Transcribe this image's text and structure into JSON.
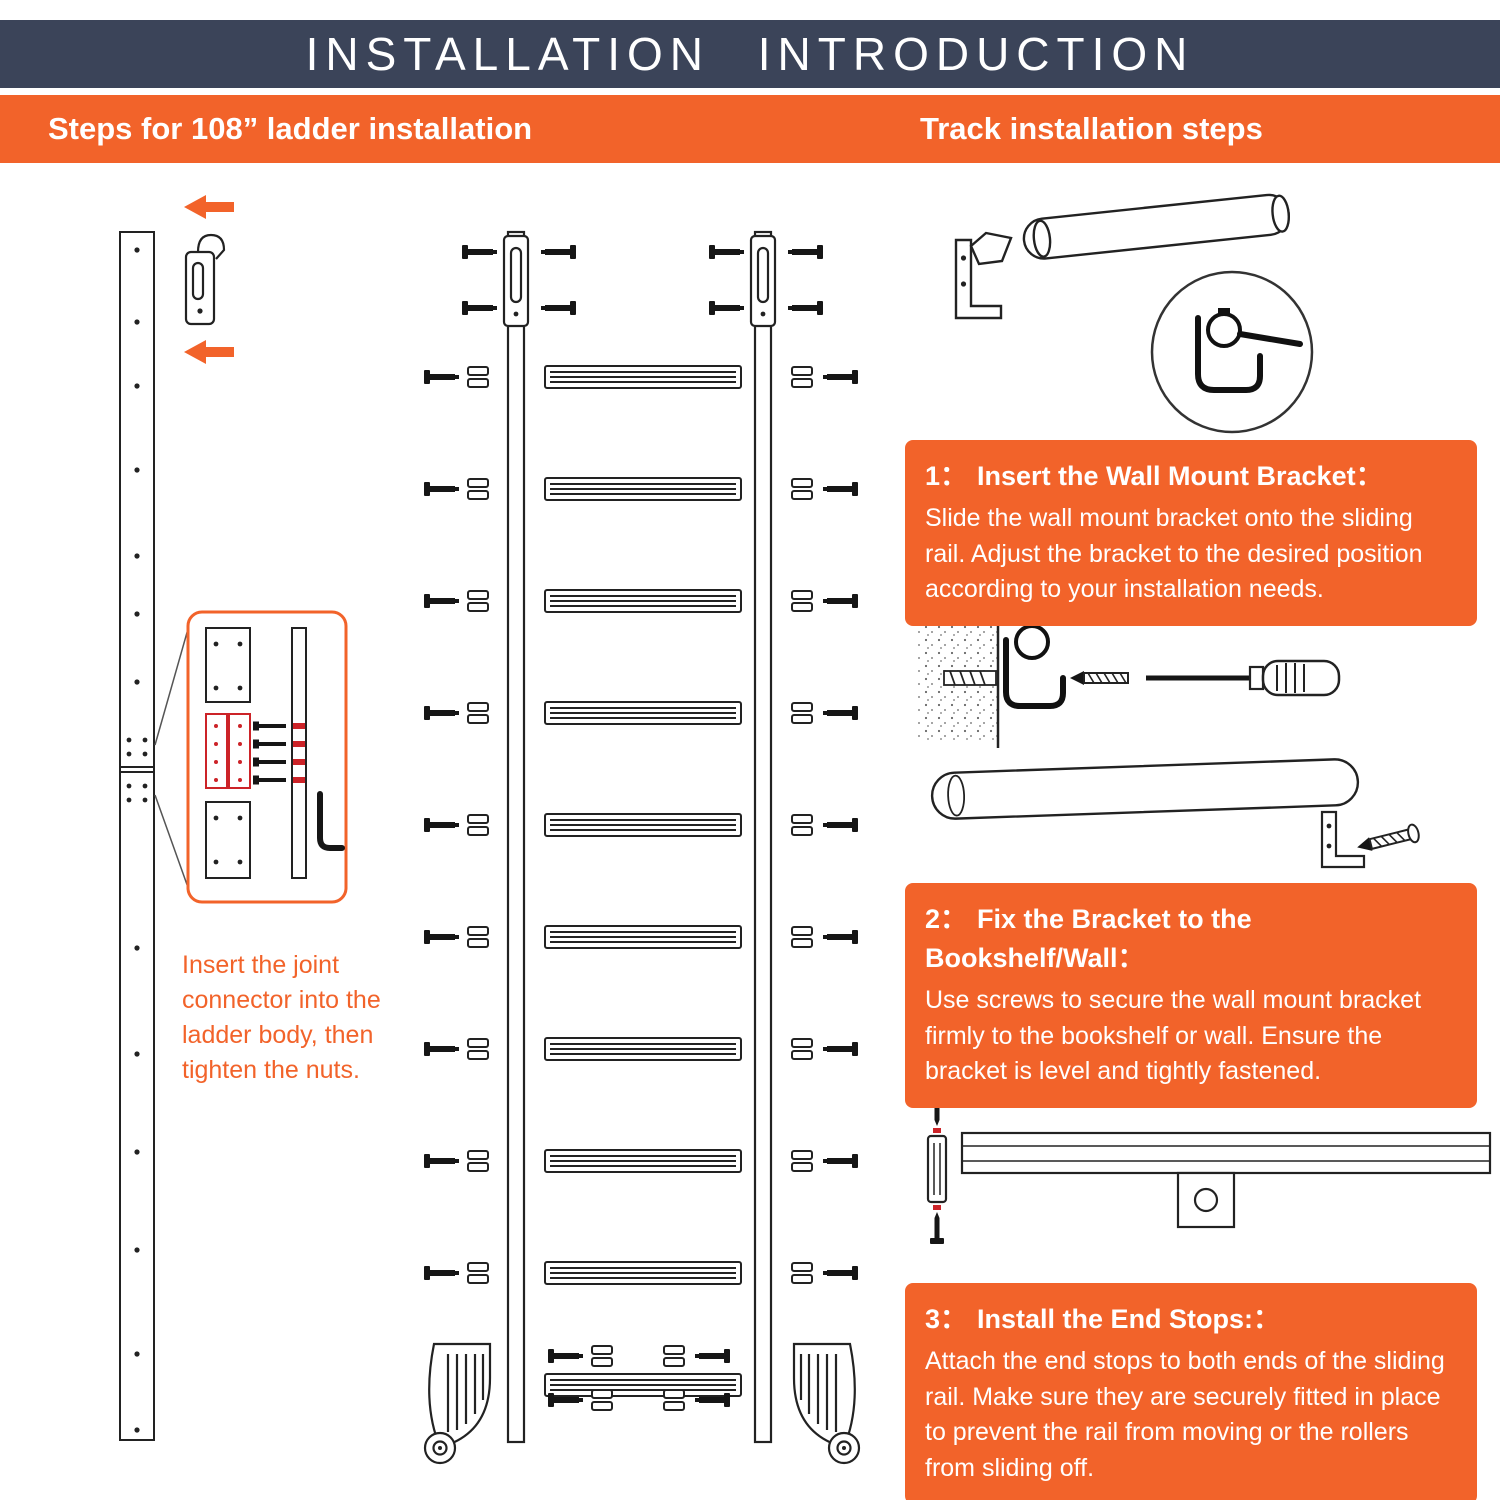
{
  "colors": {
    "navy": "#3b4459",
    "orange": "#f2632a",
    "red": "#cc2328"
  },
  "header": {
    "title": "INSTALLATION INTRODUCTION"
  },
  "sections": {
    "ladder": {
      "title": "Steps for 108” ladder installation"
    },
    "track": {
      "title": "Track installation steps"
    }
  },
  "ladder_note": "Insert the joint connector into the ladder body, then tighten the nuts.",
  "track_steps": [
    {
      "number": "1：",
      "title": "Insert the Wall Mount Bracket：",
      "body": "Slide the wall mount bracket onto the sliding rail. Adjust the bracket to the desired position according to your installation needs."
    },
    {
      "number": "2：",
      "title": "Fix the Bracket to the Bookshelf/Wall：",
      "body": "Use screws to secure the wall mount bracket firmly to the bookshelf or wall. Ensure the bracket is level and tightly fastened."
    },
    {
      "number": "3：",
      "title": "Install the End Stops:：",
      "body": "Attach the end stops to both ends of the sliding rail. Make sure they are securely fitted in place to prevent the rail from moving or the rollers from sliding off."
    }
  ]
}
